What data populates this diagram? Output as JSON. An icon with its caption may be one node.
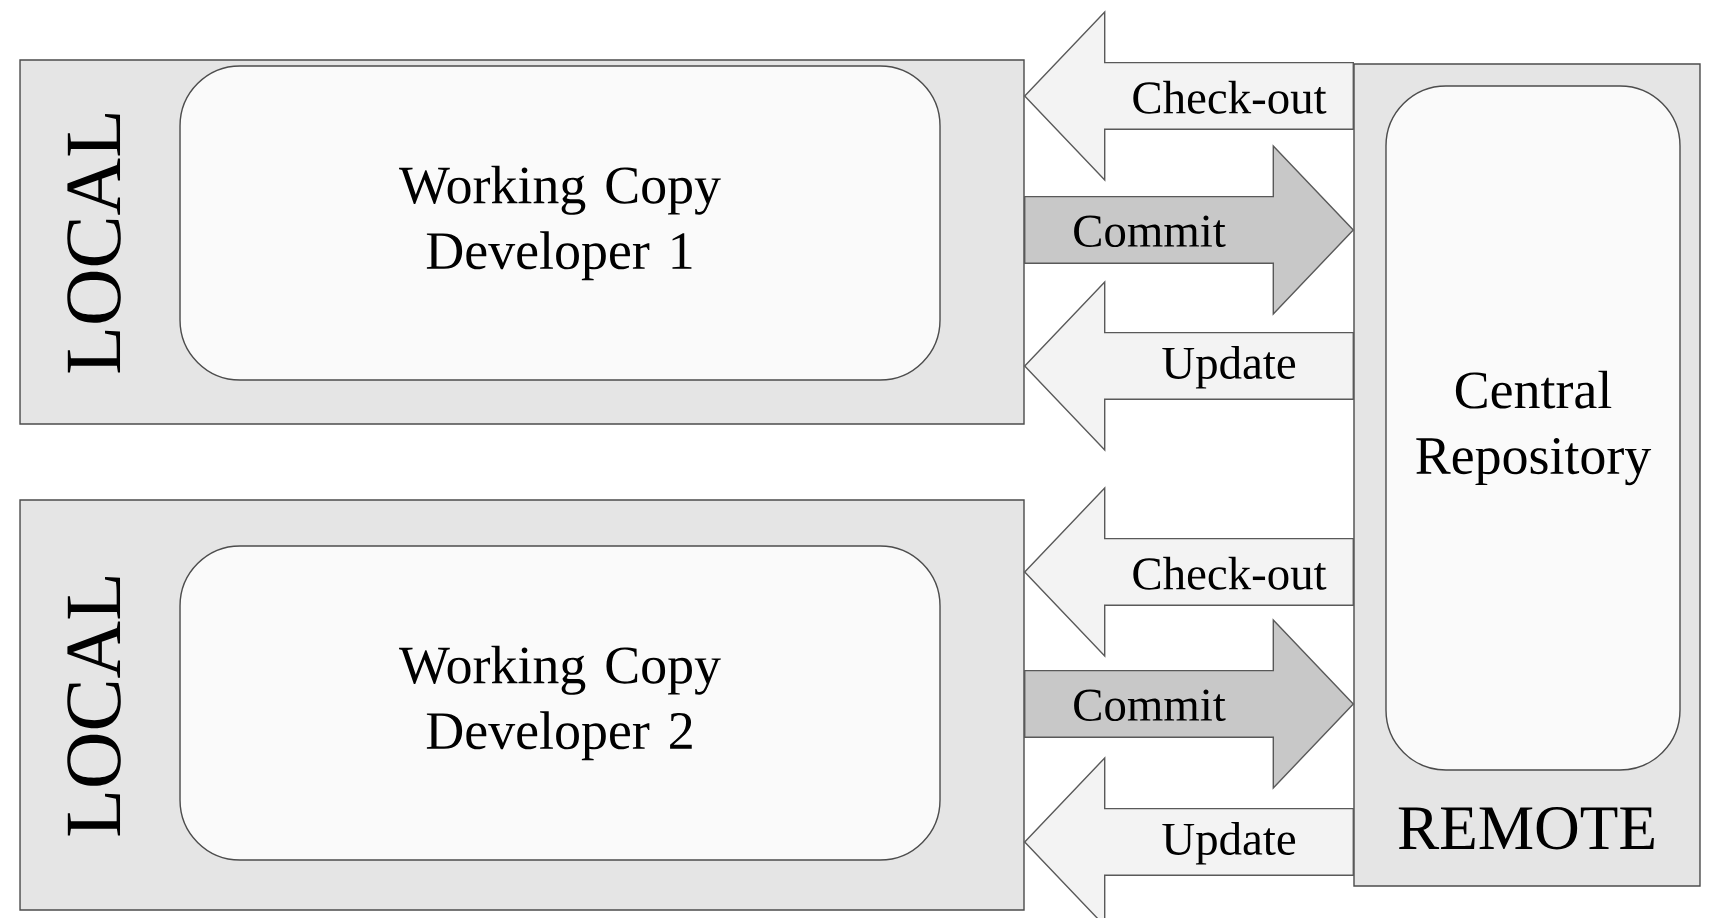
{
  "diagram": {
    "nodes": [
      {
        "text": [
          "LOCAL"
        ]
      },
      {
        "text": [
          "Working Copy Developer 1"
        ],
        "in": 0
      },
      {
        "text": [
          "LOCAL"
        ]
      },
      {
        "text": [
          "Working Copy Developer 2"
        ],
        "in": 2
      },
      {
        "text": [
          "REMOTE"
        ]
      },
      {
        "text": [
          "Central Repository"
        ],
        "in": 4
      }
    ],
    "edges": [
      {
        "from": 4,
        "to": 0,
        "arrow": "to",
        "label": "Check-out"
      },
      {
        "from": 0,
        "to": 4,
        "arrow": "to",
        "label": "Commit",
        "color": "#c8c8c8"
      },
      {
        "from": 4,
        "to": 0,
        "arrow": "to",
        "label": "Update"
      },
      {
        "from": 4,
        "to": 2,
        "arrow": "to",
        "label": "Check-out"
      },
      {
        "from": 2,
        "to": 4,
        "arrow": "to",
        "label": "Commit",
        "color": "#c8c8c8"
      },
      {
        "from": 4,
        "to": 2,
        "arrow": "to",
        "label": "Update"
      }
    ]
  }
}
